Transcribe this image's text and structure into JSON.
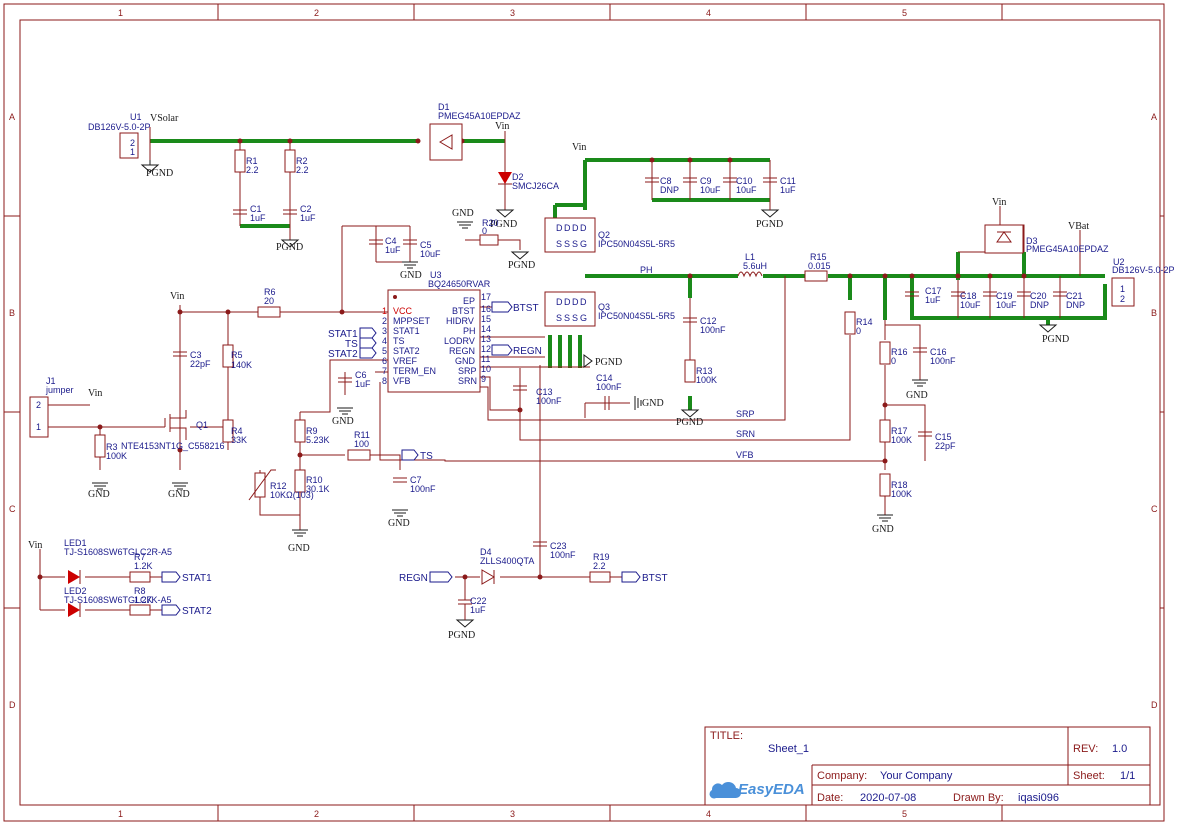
{
  "grid": {
    "cols": [
      "1",
      "2",
      "3",
      "4",
      "5"
    ],
    "rows": [
      "A",
      "B",
      "C",
      "D"
    ]
  },
  "title_block": {
    "title_label": "TITLE:",
    "title": "Sheet_1",
    "rev_label": "REV:",
    "rev": "1.0",
    "company_label": "Company:",
    "company": "Your Company",
    "sheet_label": "Sheet:",
    "sheet": "1/1",
    "date_label": "Date:",
    "date": "2020-07-08",
    "drawn_label": "Drawn By:",
    "drawn_by": "iqasi096",
    "logo": "EasyEDA"
  },
  "nets": {
    "vsolar": "VSolar",
    "vin": "Vin",
    "vbat": "VBat",
    "pgnd": "PGND",
    "gnd": "GND",
    "ph": "PH",
    "srp": "SRP",
    "srn": "SRN",
    "vfb": "VFB"
  },
  "ports": {
    "btst": "BTST",
    "regn": "REGN",
    "stat1": "STAT1",
    "stat2": "STAT2",
    "ts": "TS"
  },
  "components": {
    "U1": {
      "ref": "U1",
      "value": "DB126V-5.0-2P"
    },
    "U2": {
      "ref": "U2",
      "value": "DB126V-5.0-2P"
    },
    "U3": {
      "ref": "U3",
      "value": "BQ24650RVAR"
    },
    "D1": {
      "ref": "D1",
      "value": "PMEG45A10EPDAZ"
    },
    "D2": {
      "ref": "D2",
      "value": "SMCJ26CA"
    },
    "D3": {
      "ref": "D3",
      "value": "PMEG45A10EPDAZ"
    },
    "D4": {
      "ref": "D4",
      "value": "ZLLS400QTA"
    },
    "Q1": {
      "ref": "Q1",
      "value": "NTE4153NT1G_C558216"
    },
    "Q2": {
      "ref": "Q2",
      "value": "IPC50N04S5L-5R5"
    },
    "Q3": {
      "ref": "Q3",
      "value": "IPC50N04S5L-5R5"
    },
    "L1": {
      "ref": "L1",
      "value": "5.6uH"
    },
    "J1": {
      "ref": "J1",
      "value": "jumper"
    },
    "LED1": {
      "ref": "LED1",
      "value": "TJ-S1608SW6TGLC2R-A5"
    },
    "LED2": {
      "ref": "LED2",
      "value": "TJ-S1608SW6TGLC7K-A5"
    },
    "R1": {
      "ref": "R1",
      "value": "2.2"
    },
    "R2": {
      "ref": "R2",
      "value": "2.2"
    },
    "R3": {
      "ref": "R3",
      "value": "100K"
    },
    "R4": {
      "ref": "R4",
      "value": "33K"
    },
    "R5": {
      "ref": "R5",
      "value": "140K"
    },
    "R6": {
      "ref": "R6",
      "value": "20"
    },
    "R7": {
      "ref": "R7",
      "value": "1.2K"
    },
    "R8": {
      "ref": "R8",
      "value": "1.2K"
    },
    "R9": {
      "ref": "R9",
      "value": "5.23K"
    },
    "R10": {
      "ref": "R10",
      "value": "30.1K"
    },
    "R11": {
      "ref": "R11",
      "value": "100"
    },
    "R12": {
      "ref": "R12",
      "value": "10KΩ(103)"
    },
    "R13": {
      "ref": "R13",
      "value": "100K"
    },
    "R14": {
      "ref": "R14",
      "value": "0"
    },
    "R15": {
      "ref": "R15",
      "value": "0.015"
    },
    "R16": {
      "ref": "R16",
      "value": "0"
    },
    "R17": {
      "ref": "R17",
      "value": "100K"
    },
    "R18": {
      "ref": "R18",
      "value": "100K"
    },
    "R19": {
      "ref": "R19",
      "value": "2.2"
    },
    "R20": {
      "ref": "R20",
      "value": "0"
    },
    "C1": {
      "ref": "C1",
      "value": "1uF"
    },
    "C2": {
      "ref": "C2",
      "value": "1uF"
    },
    "C3": {
      "ref": "C3",
      "value": "22pF"
    },
    "C4": {
      "ref": "C4",
      "value": "1uF"
    },
    "C5": {
      "ref": "C5",
      "value": "10uF"
    },
    "C6": {
      "ref": "C6",
      "value": "1uF"
    },
    "C7": {
      "ref": "C7",
      "value": "100nF"
    },
    "C8": {
      "ref": "C8",
      "value": "DNP"
    },
    "C9": {
      "ref": "C9",
      "value": "10uF"
    },
    "C10": {
      "ref": "C10",
      "value": "10uF"
    },
    "C11": {
      "ref": "C11",
      "value": "1uF"
    },
    "C12": {
      "ref": "C12",
      "value": "100nF"
    },
    "C13": {
      "ref": "C13",
      "value": "100nF"
    },
    "C14": {
      "ref": "C14",
      "value": "100nF"
    },
    "C15": {
      "ref": "C15",
      "value": "22pF"
    },
    "C16": {
      "ref": "C16",
      "value": "100nF"
    },
    "C17": {
      "ref": "C17",
      "value": "1uF"
    },
    "C18": {
      "ref": "C18",
      "value": "10uF"
    },
    "C19": {
      "ref": "C19",
      "value": "10uF"
    },
    "C20": {
      "ref": "C20",
      "value": "DNP"
    },
    "C21": {
      "ref": "C21",
      "value": "DNP"
    },
    "C22": {
      "ref": "C22",
      "value": "1uF"
    },
    "C23": {
      "ref": "C23",
      "value": "100nF"
    }
  },
  "u3_pins_left": [
    {
      "num": "1",
      "name": "VCC"
    },
    {
      "num": "2",
      "name": "MPPSET"
    },
    {
      "num": "3",
      "name": "STAT1"
    },
    {
      "num": "4",
      "name": "TS"
    },
    {
      "num": "5",
      "name": "STAT2"
    },
    {
      "num": "6",
      "name": "VREF"
    },
    {
      "num": "7",
      "name": "TERM_EN"
    },
    {
      "num": "8",
      "name": "VFB"
    }
  ],
  "u3_pins_right": [
    {
      "num": "17",
      "name": "EP"
    },
    {
      "num": "16",
      "name": "BTST"
    },
    {
      "num": "15",
      "name": "HIDRV"
    },
    {
      "num": "14",
      "name": "PH"
    },
    {
      "num": "13",
      "name": "LODRV"
    },
    {
      "num": "12",
      "name": "REGN"
    },
    {
      "num": "11",
      "name": "GND"
    },
    {
      "num": "10",
      "name": "SRP"
    },
    {
      "num": "9",
      "name": "SRN"
    }
  ],
  "connector_pins": {
    "p1": "1",
    "p2": "2"
  },
  "mosfet_pins": {
    "d": "D",
    "s": "S",
    "g": "G"
  }
}
